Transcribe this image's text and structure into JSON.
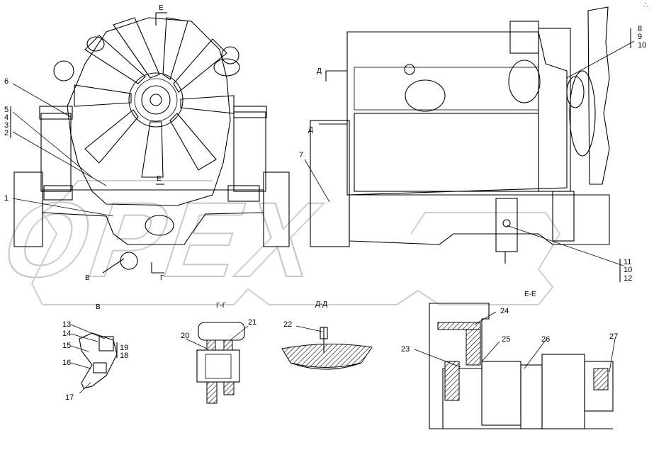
{
  "watermark": "OPEX",
  "corner_mark": "∴",
  "sections": {
    "v": "В",
    "g_g": "Г-Г",
    "d_d": "Д-Д",
    "e_e": "Е-Е"
  },
  "view_markers": {
    "e_top": "Е",
    "e_mid": "Е",
    "v_arrow": "В",
    "g_arrow": "Г",
    "d_upper": "Д",
    "d_lower": "Д"
  },
  "callouts_front": [
    "6",
    "5",
    "4",
    "3",
    "2",
    "1"
  ],
  "callouts_side": [
    "7",
    "8",
    "9",
    "10",
    "11",
    "10",
    "12"
  ],
  "callouts_v": [
    "13",
    "14",
    "15",
    "16",
    "17",
    "19",
    "18"
  ],
  "callouts_gg": [
    "20",
    "21"
  ],
  "callouts_dd": [
    "22"
  ],
  "callouts_ee": [
    "24",
    "23",
    "25",
    "26",
    "27"
  ]
}
